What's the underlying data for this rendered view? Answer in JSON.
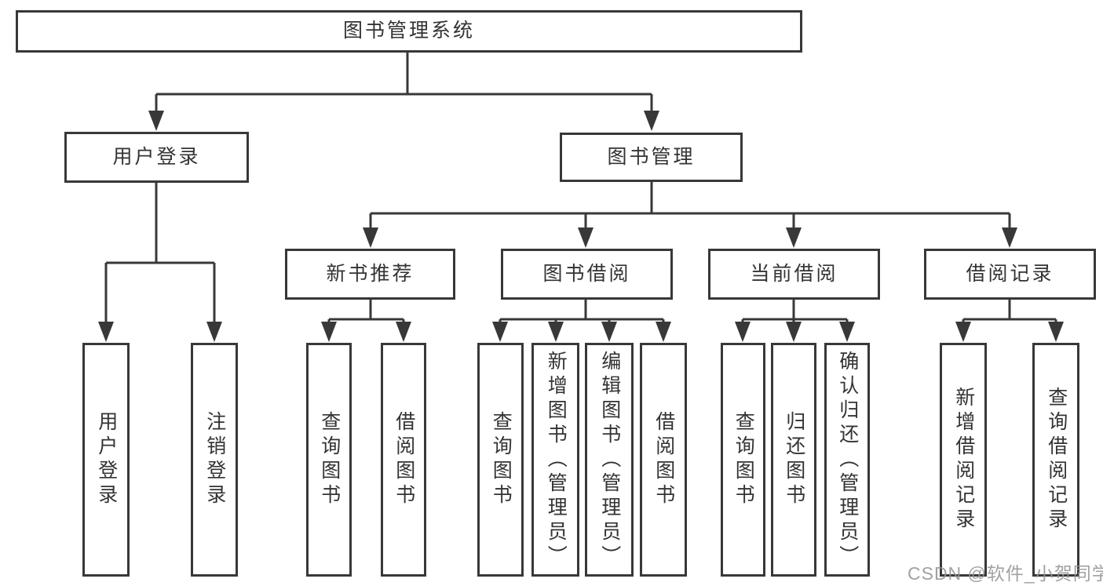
{
  "tree": {
    "root": "图书管理系统",
    "user_login": {
      "label": "用户登录",
      "children": [
        "用户登录",
        "注销登录"
      ]
    },
    "book_mgmt": {
      "label": "图书管理",
      "sections": {
        "new_books": {
          "label": "新书推荐",
          "children": [
            "查询图书",
            "借阅图书"
          ]
        },
        "book_borrow": {
          "label": "图书借阅",
          "children": [
            "查询图书",
            "新增图书（管理员）",
            "编辑图书（管理员）",
            "借阅图书"
          ]
        },
        "current_borrow": {
          "label": "当前借阅",
          "children": [
            "查询图书",
            "归还图书",
            "确认归还（管理员）"
          ]
        },
        "borrow_records": {
          "label": "借阅记录",
          "children": [
            "新增借阅记录",
            "查询借阅记录"
          ]
        }
      }
    }
  },
  "watermark": "CSDN @软件_小贺同学",
  "colors": {
    "line": "#383838",
    "box_border": "#383838",
    "text": "#333333",
    "watermark": "#949494"
  }
}
